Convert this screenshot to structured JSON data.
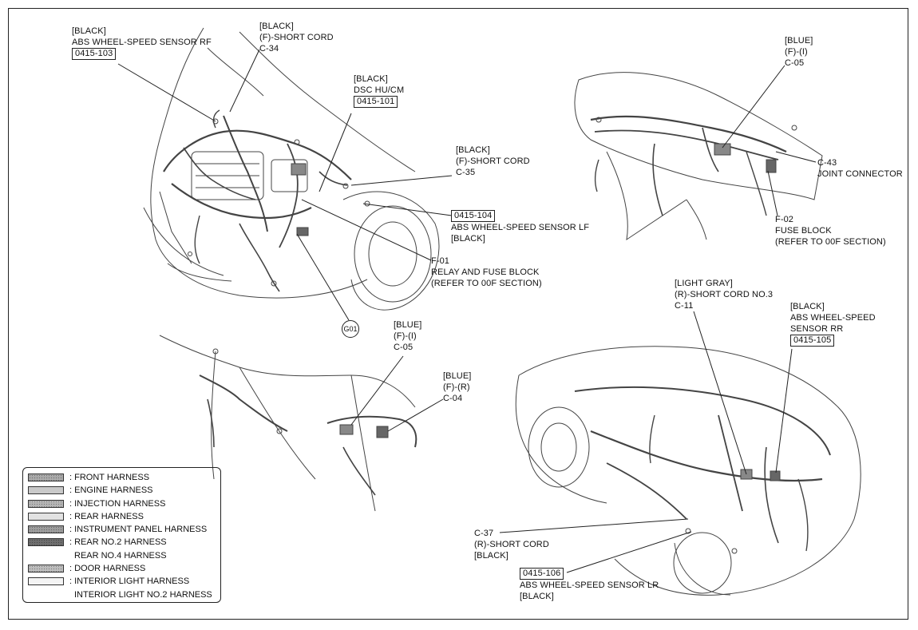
{
  "callouts": {
    "rf": {
      "color": "[BLACK]",
      "name": "ABS WHEEL-SPEED SENSOR RF",
      "code": "0415-103"
    },
    "c34": {
      "color": "[BLACK]",
      "name": "(F)-SHORT CORD",
      "code": "C-34"
    },
    "dsc": {
      "color": "[BLACK]",
      "name": "DSC HU/CM",
      "code": "0415-101"
    },
    "c35": {
      "color": "[BLACK]",
      "name": "(F)-SHORT CORD",
      "code": "C-35"
    },
    "lf": {
      "code": "0415-104",
      "name": "ABS WHEEL-SPEED SENSOR LF",
      "color": "[BLACK]"
    },
    "f01": {
      "code": "F-01",
      "name": "RELAY AND FUSE BLOCK",
      "note": "(REFER TO 00F SECTION)"
    },
    "g01": {
      "code": "G01"
    },
    "c05_top": {
      "color": "[BLUE]",
      "name": "(F)-(I)",
      "code": "C-05"
    },
    "c43": {
      "code": "C-43",
      "name": "JOINT CONNECTOR"
    },
    "f02": {
      "code": "F-02",
      "name": "FUSE BLOCK",
      "note": "(REFER TO 00F SECTION)"
    },
    "c05_bottom": {
      "color": "[BLUE]",
      "name": "(F)-(I)",
      "code": "C-05"
    },
    "c04": {
      "color": "[BLUE]",
      "name": "(F)-(R)",
      "code": "C-04"
    },
    "c11": {
      "color": "[LIGHT GRAY]",
      "name": "(R)-SHORT CORD NO.3",
      "code": "C-11"
    },
    "rr": {
      "color": "[BLACK]",
      "name1": "ABS WHEEL-SPEED",
      "name2": "SENSOR RR",
      "code": "0415-105"
    },
    "c37": {
      "code": "C-37",
      "name": "(R)-SHORT CORD",
      "color": "[BLACK]"
    },
    "lr": {
      "code": "0415-106",
      "name": "ABS WHEEL-SPEED SENSOR LR",
      "color": "[BLACK]"
    }
  },
  "legend": {
    "items": [
      {
        "label": ": FRONT HARNESS",
        "fill": "#a9a9a9",
        "hatch": true
      },
      {
        "label": ": ENGINE HARNESS",
        "fill": "#c9c9c9",
        "hatch": false
      },
      {
        "label": ": INJECTION HARNESS",
        "fill": "#b5b5b5",
        "hatch": true
      },
      {
        "label": ": REAR HARNESS",
        "fill": "#e2e2e2",
        "hatch": false
      },
      {
        "label": ": INSTRUMENT PANEL HARNESS",
        "fill": "#9d9d9d",
        "hatch": true
      },
      {
        "label": ": REAR NO.2 HARNESS",
        "fill": "#6e6e6e",
        "hatch": true
      },
      {
        "label": "REAR NO.4 HARNESS",
        "fill": "",
        "hatch": false
      },
      {
        "label": ": DOOR HARNESS",
        "fill": "#bdbdbd",
        "hatch": true
      },
      {
        "label": ": INTERIOR LIGHT HARNESS",
        "fill": "#f4f4f4",
        "hatch": false
      },
      {
        "label": "INTERIOR LIGHT NO.2 HARNESS",
        "fill": "",
        "hatch": false
      }
    ]
  }
}
